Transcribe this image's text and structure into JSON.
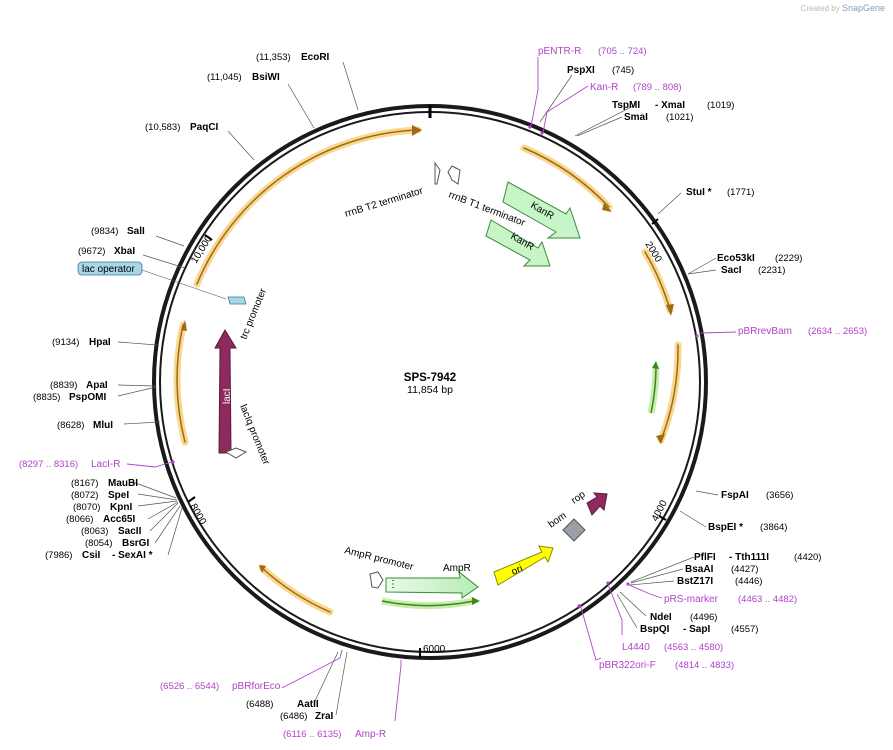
{
  "credit": {
    "prefix": "Created by",
    "brand": "SnapGene"
  },
  "plasmid": {
    "name": "SPS-7942",
    "size": "11,854 bp"
  },
  "ticks": [
    "2000",
    "4000",
    "6000",
    "8000",
    "10,000"
  ],
  "features": [
    "rrnB T2 terminator",
    "rrnB T1 terminator",
    "KanR",
    "KanR",
    "trc promoter",
    "lacI",
    "lacIq promoter",
    "AmpR promoter",
    "AmpR",
    "ori",
    "bom",
    "rop",
    "lac operator"
  ],
  "sites": [
    {
      "name": "EcoRI",
      "pos": "(11,353)"
    },
    {
      "name": "BsiWI",
      "pos": "(11,045)"
    },
    {
      "name": "PaqCI",
      "pos": "(10,583)"
    },
    {
      "name": "SalI",
      "pos": "(9834)"
    },
    {
      "name": "XbaI",
      "pos": "(9672)"
    },
    {
      "name": "HpaI",
      "pos": "(9134)"
    },
    {
      "name": "ApaI",
      "pos": "(8839)"
    },
    {
      "name": "PspOMI",
      "pos": "(8835)"
    },
    {
      "name": "MluI",
      "pos": "(8628)"
    },
    {
      "name": "MauBI",
      "pos": "(8167)"
    },
    {
      "name": "SpeI",
      "pos": "(8072)"
    },
    {
      "name": "KpnI",
      "pos": "(8070)"
    },
    {
      "name": "Acc65I",
      "pos": "(8066)"
    },
    {
      "name": "SacII",
      "pos": "(8063)"
    },
    {
      "name": "BsrGI",
      "pos": "(8054)"
    },
    {
      "name": "CsiI",
      "pos": "(7986)"
    },
    {
      "name": "- SexAI *",
      "pos": ""
    },
    {
      "name": "PspXI",
      "pos": "(745)"
    },
    {
      "name": "TspMI",
      "pos": ""
    },
    {
      "name": "- XmaI",
      "pos": "(1019)"
    },
    {
      "name": "SmaI",
      "pos": "(1021)"
    },
    {
      "name": "StuI *",
      "pos": "(1771)"
    },
    {
      "name": "Eco53kI",
      "pos": "(2229)"
    },
    {
      "name": "SacI",
      "pos": "(2231)"
    },
    {
      "name": "FspAI",
      "pos": "(3656)"
    },
    {
      "name": "BspEI *",
      "pos": "(3864)"
    },
    {
      "name": "PflFI",
      "pos": ""
    },
    {
      "name": "- Tth111I",
      "pos": "(4420)"
    },
    {
      "name": "BsaAI",
      "pos": "(4427)"
    },
    {
      "name": "BstZ17I",
      "pos": "(4446)"
    },
    {
      "name": "NdeI",
      "pos": "(4496)"
    },
    {
      "name": "BspQI",
      "pos": ""
    },
    {
      "name": "- SapI",
      "pos": "(4557)"
    },
    {
      "name": "AatII",
      "pos": "(6488)"
    },
    {
      "name": "ZraI",
      "pos": "(6486)"
    }
  ],
  "primers": [
    {
      "name": "pENTR-R",
      "pos": "(705 .. 724)"
    },
    {
      "name": "Kan-R",
      "pos": "(789 .. 808)"
    },
    {
      "name": "pBRrevBam",
      "pos": "(2634 .. 2653)"
    },
    {
      "name": "pRS-marker",
      "pos": "(4463 .. 4482)"
    },
    {
      "name": "L4440",
      "pos": "(4563 .. 4580)"
    },
    {
      "name": "pBR322ori-F",
      "pos": "(4814 .. 4833)"
    },
    {
      "name": "pBRforEco",
      "pos": "(6526 .. 6544)"
    },
    {
      "name": "Amp-R",
      "pos": "(6116 .. 6135)"
    },
    {
      "name": "LacI-R",
      "pos": "(8297 .. 8316)"
    }
  ],
  "colors": {
    "backbone": "#1a1a1a",
    "orange_arc": "#f5b53c",
    "green_arc": "#7cbf3c",
    "kanr": "#c8f5c8",
    "ampr": "#c8f5c8",
    "laci": "#8e2a5e",
    "ori": "#ffff00",
    "rop": "#8e2a5e",
    "bom": "#9aa0a8",
    "lac_operator": "#a8d6e6",
    "primer": "#b142c9"
  }
}
